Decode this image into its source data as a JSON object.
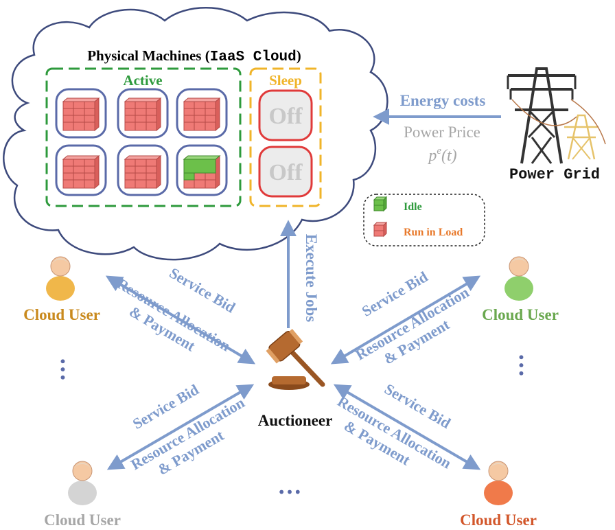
{
  "cloud": {
    "title_prefix": "Physical Machines (",
    "title_mono": "IaaS Cloud",
    "title_suffix": ")",
    "active_label": "Active",
    "sleep_label": "Sleep",
    "off_label": "Off"
  },
  "grid": {
    "label": "Power Grid",
    "energy_label": "Energy costs",
    "price_label": "Power Price",
    "price_symbol_base": "p",
    "price_symbol_sup": "e",
    "price_symbol_arg": "(t)"
  },
  "legend": {
    "idle_label": "Idle",
    "load_label": "Run in Load"
  },
  "auction": {
    "auctioneer_label": "Auctioneer",
    "execute_label": "Execute Jobs",
    "bid_label": "Service Bid",
    "alloc_label": "Resource Allocation",
    "pay_label": "& Payment",
    "dots": "•••"
  },
  "users": {
    "label": "Cloud User"
  },
  "colors": {
    "active_green": "#2e9a3c",
    "sleep_yellow": "#f0b429",
    "off_red": "#e03a3a",
    "frame_blue": "#5a6aa8",
    "arrow_blue": "#7e9bcc",
    "server_red": "#ef7a76",
    "idle_green": "#6cc04a",
    "user_gold": "#c98a1e",
    "user_green": "#6aa84f",
    "user_gray": "#a6a6a6",
    "user_orange": "#d2562a",
    "load_orange": "#e8792b"
  }
}
